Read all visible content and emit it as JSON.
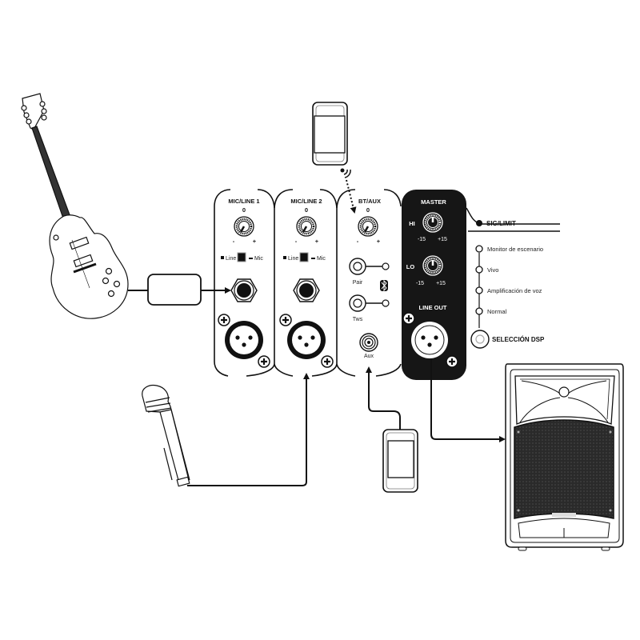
{
  "diagram": {
    "channels": [
      {
        "title": "MIC/LINE 1",
        "gain_label": "0",
        "min_label": "-",
        "max_label": "+",
        "switch": {
          "left": "Line",
          "right": "Mic"
        }
      },
      {
        "title": "MIC/LINE 2",
        "gain_label": "0",
        "min_label": "-",
        "max_label": "+",
        "switch": {
          "left": "Line",
          "right": "Mic"
        }
      }
    ],
    "bt_aux": {
      "title": "BT/AUX",
      "gain_label": "0",
      "min_label": "-",
      "max_label": "+",
      "pair_label": "Pair",
      "tws_label": "Tws",
      "aux_label": "Aux",
      "bluetooth_icon": "bluetooth-icon"
    },
    "master": {
      "title": "MASTER",
      "hi_label": "HI",
      "lo_label": "LO",
      "min_label": "-15",
      "max_label": "+15",
      "line_out_label": "LINE OUT"
    },
    "sig_limit_label": "SIG/LIMIT",
    "dsp": {
      "modes": [
        "Monitor de escenario",
        "Vivo",
        "Amplificación de voz",
        "Normal"
      ],
      "selector_label": "SELECCIÓN DSP"
    },
    "devices": {
      "guitar": "electric-guitar",
      "pedal": "effects-pedal",
      "microphone": "handheld-microphone",
      "phone_bluetooth": "smartphone-bluetooth",
      "phone_aux": "smartphone-aux",
      "speaker": "pa-speaker"
    },
    "colors": {
      "line": "#111111",
      "master_panel": "#161616",
      "grille": "#2a2a2a",
      "background": "#ffffff"
    }
  }
}
